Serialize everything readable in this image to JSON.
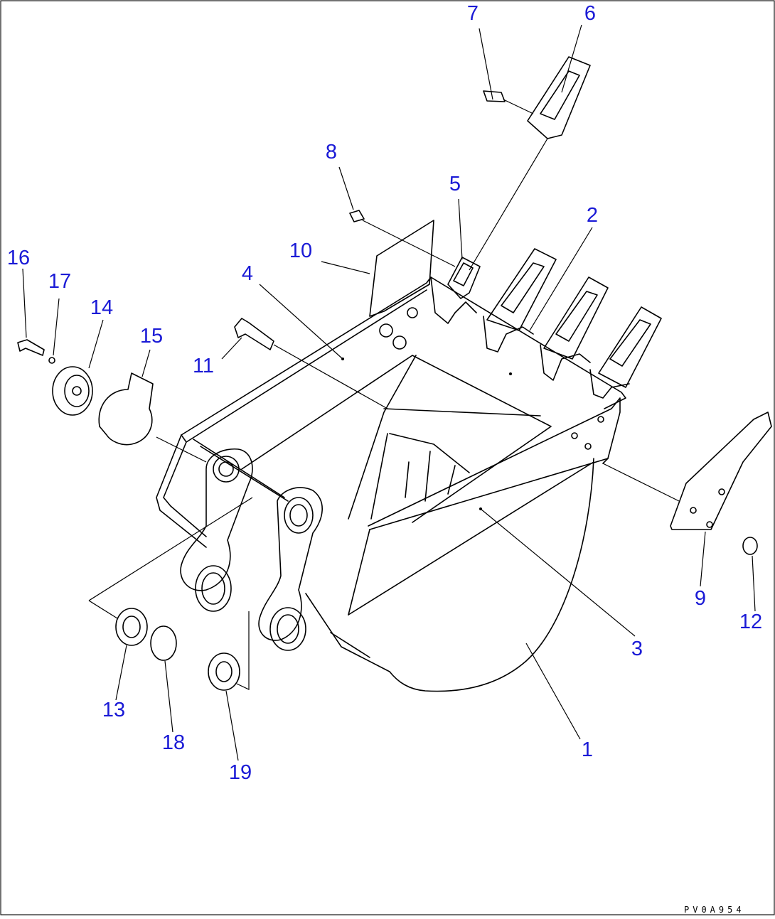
{
  "drawing": {
    "code": "PV0A954",
    "label_color": "#1a1ad6",
    "line_color": "#000000",
    "background": "#ffffff"
  },
  "callouts": {
    "c1": "1",
    "c2": "2",
    "c3": "3",
    "c4": "4",
    "c5": "5",
    "c6": "6",
    "c7": "7",
    "c8": "8",
    "c9": "9",
    "c10": "10",
    "c11": "11",
    "c12": "12",
    "c13": "13",
    "c14": "14",
    "c15": "15",
    "c16": "16",
    "c17": "17",
    "c18": "18",
    "c19": "19"
  }
}
